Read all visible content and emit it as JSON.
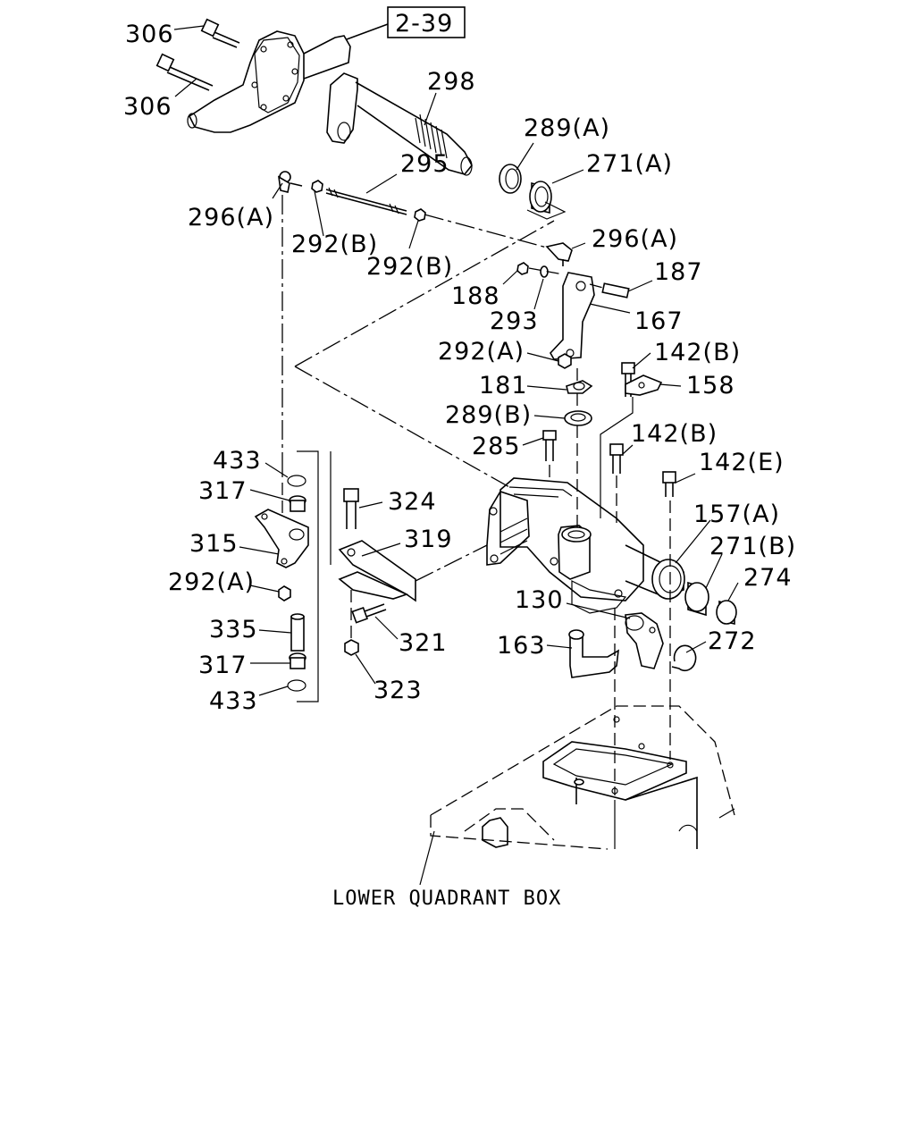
{
  "reference_box": "2-39",
  "caption": "LOWER QUADRANT BOX",
  "labels": {
    "l306a": "306",
    "l306b": "306",
    "l298": "298",
    "l289a": "289(A)",
    "l271a": "271(A)",
    "l295": "295",
    "l296a_left": "296(A)",
    "l292b_1": "292(B)",
    "l292b_2": "292(B)",
    "l296a_right": "296(A)",
    "l187": "187",
    "l188": "188",
    "l293": "293",
    "l167": "167",
    "l292a_1": "292(A)",
    "l142b_1": "142(B)",
    "l181": "181",
    "l158": "158",
    "l289b": "289(B)",
    "l285": "285",
    "l142b_2": "142(B)",
    "l142e": "142(E)",
    "l433a": "433",
    "l317a": "317",
    "l324": "324",
    "l315": "315",
    "l319": "319",
    "l292a_2": "292(A)",
    "l157a": "157(A)",
    "l271b": "271(B)",
    "l274": "274",
    "l335": "335",
    "l130": "130",
    "l321": "321",
    "l163": "163",
    "l272": "272",
    "l317b": "317",
    "l433b": "433",
    "l323": "323"
  }
}
